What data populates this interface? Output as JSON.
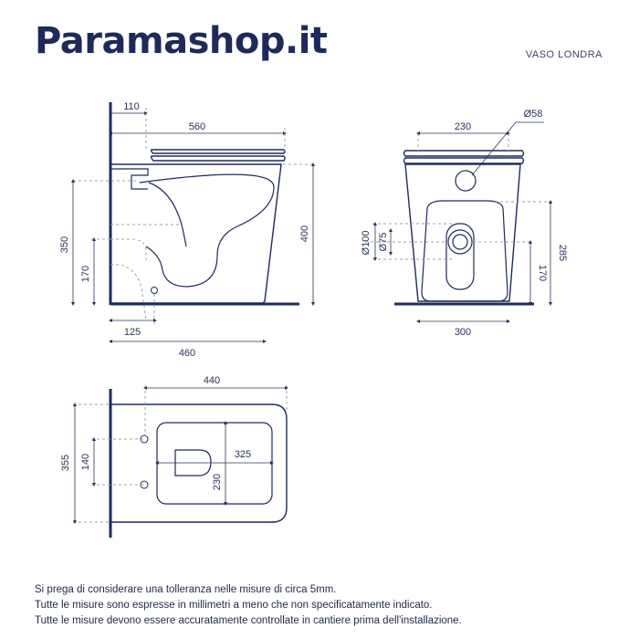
{
  "brand": "Paramashop.it",
  "product_name": "VASO LONDRA",
  "side_view": {
    "dim_110": "110",
    "dim_560": "560",
    "dim_350": "350",
    "dim_400": "400",
    "dim_170": "170",
    "dim_125": "125",
    "dim_460": "460"
  },
  "front_view": {
    "dim_230": "230",
    "dim_d58": "Ø58",
    "dim_d100": "Ø100",
    "dim_d75": "Ø75",
    "dim_285": "285",
    "dim_170": "170",
    "dim_300": "300"
  },
  "top_view": {
    "dim_440": "440",
    "dim_325": "325",
    "dim_355": "355",
    "dim_140": "140",
    "dim_230": "230"
  },
  "notes": [
    "Si prega di considerare una tolleranza nelle misure di circa 5mm.",
    "Tutte le misure sono espresse in millimetri a meno che non specificatamente indicato.",
    "Tutte le misure devono essere accuratamente controllate in cantiere prima dell'installazione."
  ],
  "colors": {
    "primary": "#1e2a5a",
    "dimension": "#9aa0ad"
  }
}
